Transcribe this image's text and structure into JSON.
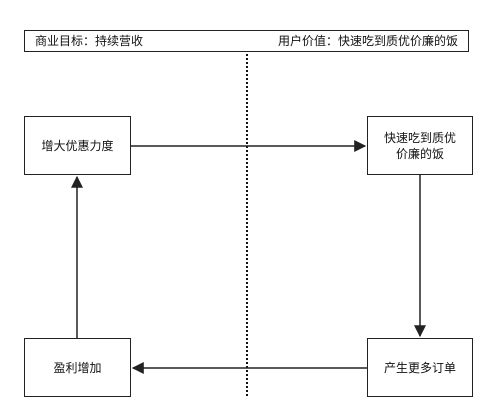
{
  "header": {
    "left_text": "商业目标：持续营收",
    "right_text": "用户价值：快速吃到质优价廉的饭"
  },
  "boxes": {
    "top_left": "增大优惠力度",
    "top_right": "快速吃到质优价廉的饭",
    "bottom_right": "产生更多订单",
    "bottom_left": "盈利增加"
  },
  "colors": {
    "stroke": "#222222",
    "background": "#ffffff"
  }
}
